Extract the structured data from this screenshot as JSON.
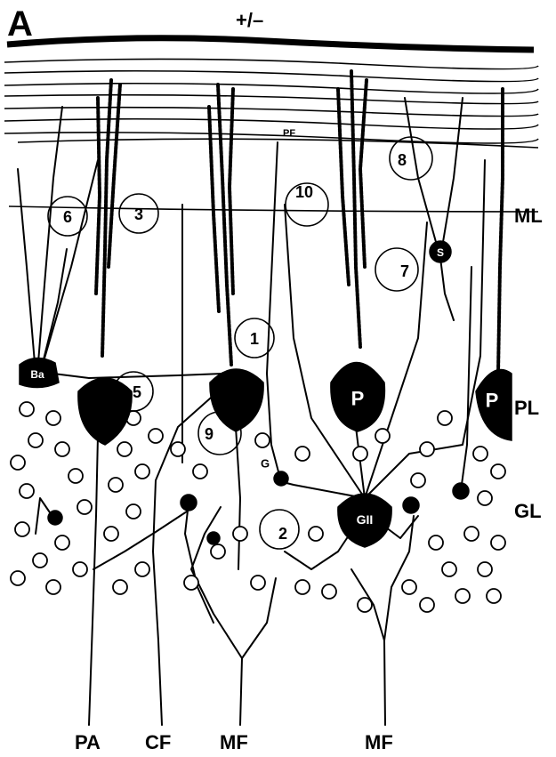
{
  "figure": {
    "panel_letter": "A",
    "top_label": "+/–",
    "pf_label": "PF",
    "layers": {
      "molecular": "ML",
      "purkinje": "PL",
      "granular": "GL"
    },
    "afferents": {
      "pa": "PA",
      "cf": "CF",
      "mf1": "MF",
      "mf2": "MF"
    },
    "cells": {
      "basket": "Ba",
      "stellate": "S",
      "golgi_small": "G",
      "golgi_large": "GII",
      "purkinje_a": "P",
      "purkinje_b": "P"
    },
    "sites": [
      "1",
      "2",
      "3",
      "5",
      "6",
      "7",
      "8",
      "9",
      "10"
    ]
  }
}
